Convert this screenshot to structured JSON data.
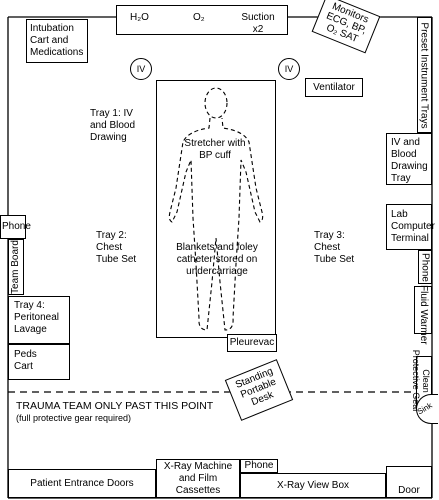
{
  "top_wall": {
    "h2o": "H₂O",
    "o2": "O₂",
    "suction": "Suction x2"
  },
  "monitors": "Monitors ECG, BP, O₂ SAT",
  "intubation_cart": "Intubation Cart and Medications",
  "iv_left": "IV",
  "iv_right": "IV",
  "ventilator": "Ventilator",
  "preset_instrument_trays": "Preset Instrument Trays",
  "tray1": "Tray 1: IV and Blood Drawing",
  "iv_blood_drawing_tray": "IV and Blood Drawing Tray",
  "lab_computer_terminal": "Lab Computer Terminal",
  "stretcher_label": "Stretcher with BP cuff",
  "blankets_label": "Blankets and foley catheter stored on undercarriage",
  "tray2": "Tray 2: Chest Tube Set",
  "tray3": "Tray 3: Chest Tube Set",
  "phone_left": "Phone",
  "team_board": "Team Board",
  "phone_right": "Phone",
  "fluid_warmer": "Fluid Warmer",
  "tray4": "Tray 4: Peritoneal Lavage",
  "peds_cart": "Peds Cart",
  "pleurevac": "Pleurevac",
  "standing_desk": "Standing Portable Desk",
  "clean_gear": "Clean Protective Gear",
  "trauma_line": {
    "line1": "TRAUMA TEAM ONLY PAST THIS POINT",
    "line2": "(full protective gear required)"
  },
  "sink": "Sink",
  "bottom": {
    "patient_entrance": "Patient Entrance Doors",
    "xray_machine": "X-Ray Machine and Film Cassettes",
    "phone": "Phone",
    "xray_viewbox": "X-Ray View Box",
    "door": "Door"
  }
}
